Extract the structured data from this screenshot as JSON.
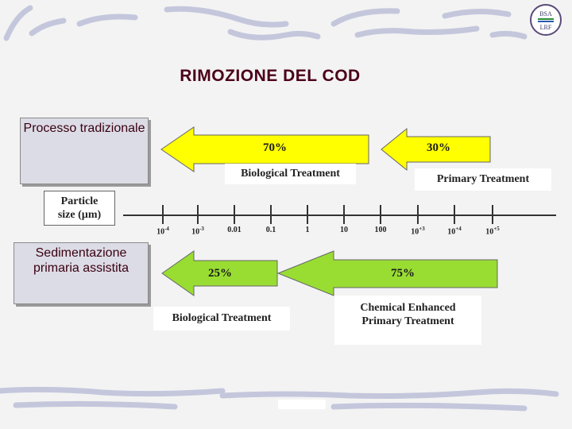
{
  "title": "RIMOZIONE DEL COD",
  "left_boxes": {
    "traditional": "Processo tradizionale",
    "assisted": "Sedimentazione primaria assistita"
  },
  "particle_label": {
    "line1": "Particle",
    "line2": "size (µm)"
  },
  "scale_ticks": [
    "10-4",
    "10-3",
    "0.01",
    "0.1",
    "1",
    "10",
    "100",
    "10+3",
    "10+4",
    "10+5"
  ],
  "traditional_process": {
    "arrow_left_pct": "70%",
    "arrow_right_pct": "30%",
    "left_label": "Biological Treatment",
    "right_label": "Primary Treatment",
    "arrow_color": "#ffff00"
  },
  "assisted_process": {
    "arrow_left_pct": "25%",
    "arrow_right_pct": "75%",
    "left_label": "Biological Treatment",
    "right_label_line1": "Chemical Enhanced",
    "right_label_line2": "Primary Treatment",
    "arrow_color": "#99dd33"
  },
  "logo": {
    "top": "BSA",
    "bottom": "LRF"
  },
  "colors": {
    "title": "#4b0018",
    "box_text": "#3a0010",
    "yellow_arrow": "#ffff00",
    "green_arrow": "#99dd33"
  }
}
